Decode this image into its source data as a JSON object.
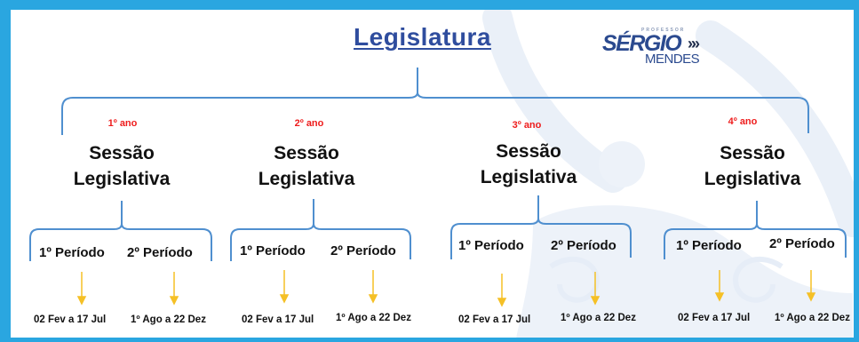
{
  "title": "Legislatura",
  "logo": {
    "small": "PROFESSOR",
    "name": "SÉRGIO",
    "sub": "MENDES"
  },
  "years": [
    {
      "label": "1º ano",
      "session": [
        "Sessão",
        "Legislativa"
      ],
      "periods": [
        "1º Período",
        "2º Período"
      ],
      "dates": [
        "02 Fev a 17 Jul",
        "1º Ago a 22 Dez"
      ]
    },
    {
      "label": "2º ano",
      "session": [
        "Sessão",
        "Legislativa"
      ],
      "periods": [
        "1º Período",
        "2º Período"
      ],
      "dates": [
        "02 Fev a 17 Jul",
        "1º Ago a 22 Dez"
      ]
    },
    {
      "label": "3º ano",
      "session": [
        "Sessão",
        "Legislativa"
      ],
      "periods": [
        "1º Período",
        "2º Período"
      ],
      "dates": [
        "02 Fev a 17 Jul",
        "1º Ago a 22 Dez"
      ]
    },
    {
      "label": "4º ano",
      "session": [
        "Sessão",
        "Legislativa"
      ],
      "periods": [
        "1º Período",
        "2º Período"
      ],
      "dates": [
        "02 Fev a 17 Jul",
        "1º Ago a 22 Dez"
      ]
    }
  ],
  "colors": {
    "border": "#2aa6e0",
    "bracket": "#4f8fcf",
    "title": "#2f4d9e",
    "year": "#ee1c1c",
    "arrow": "#f5c026",
    "watermark": "#eaf0f8"
  }
}
